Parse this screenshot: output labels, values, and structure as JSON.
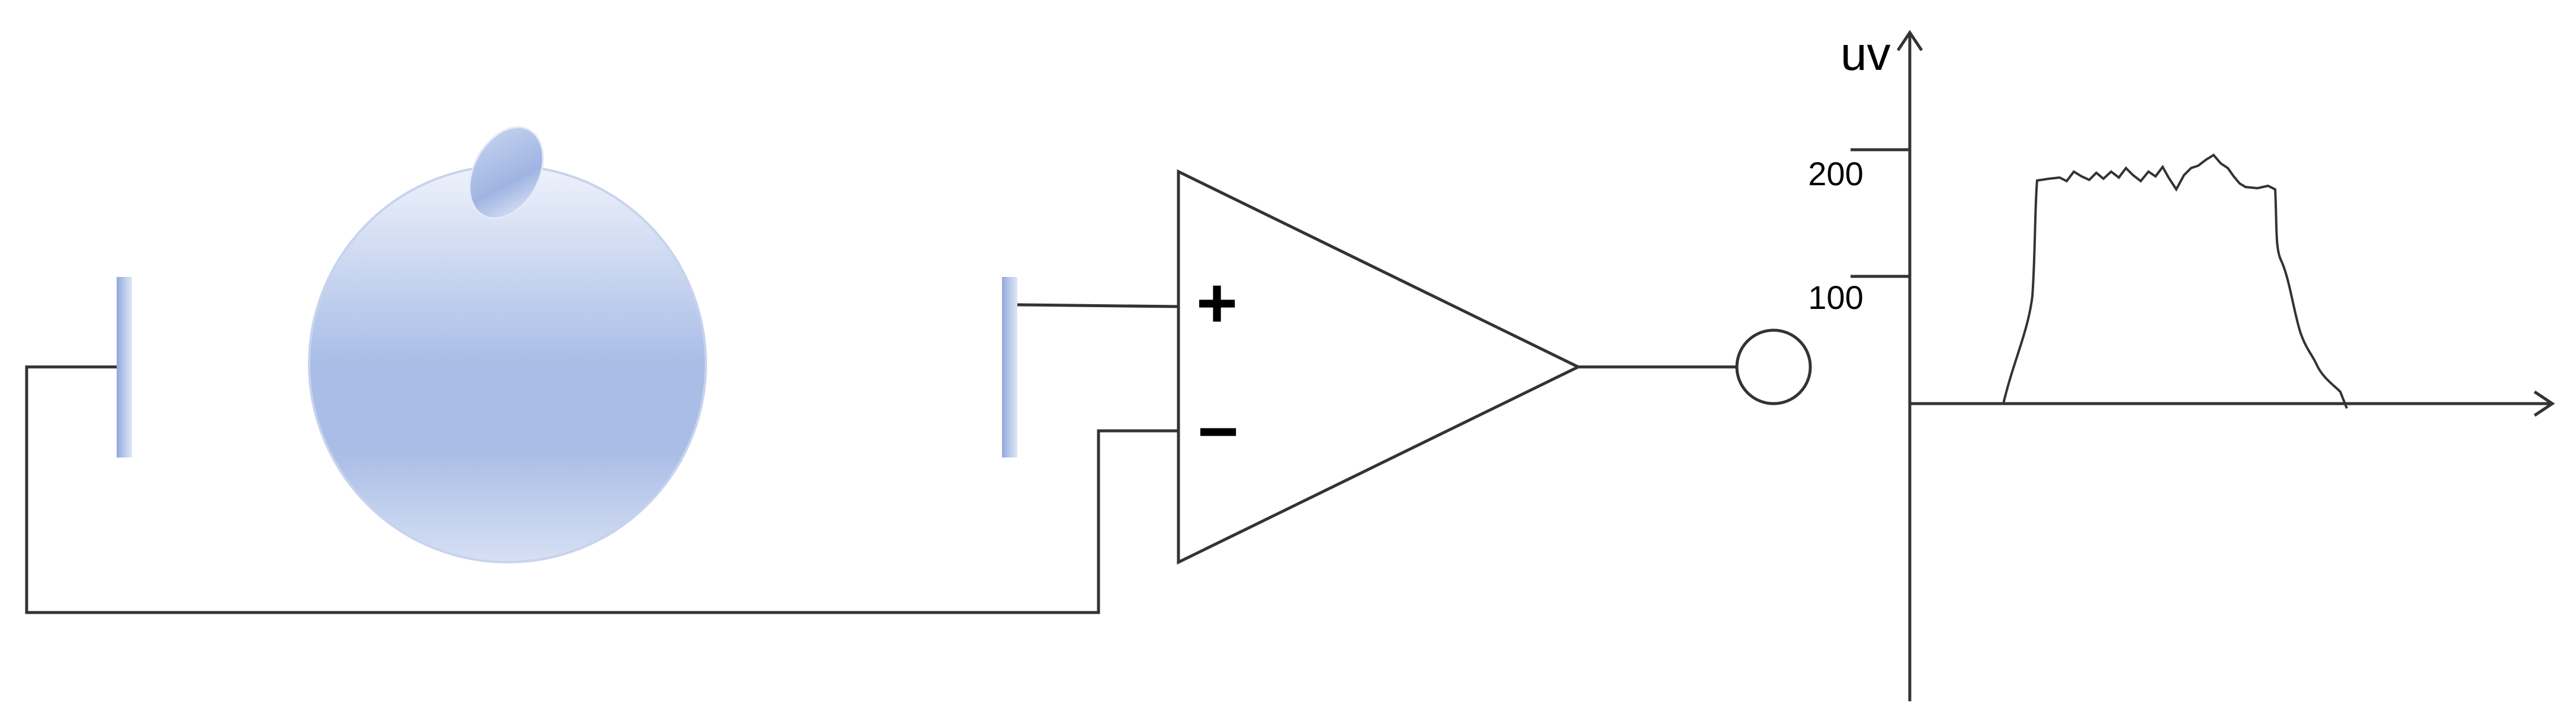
{
  "diagram": {
    "amplifier": {
      "plus_symbol": "+",
      "minus_symbol": "−"
    },
    "graph": {
      "y_axis_label": "uv",
      "y_ticks": [
        {
          "value": 200,
          "label": "200"
        },
        {
          "value": 100,
          "label": "100"
        }
      ],
      "waveform": {
        "description_type": "plateau",
        "approx_peak": 195
      }
    },
    "colors": {
      "line": "#000000",
      "electrode": "#a9bde6",
      "sphere_light": "#e6ecf8",
      "sphere_mid": "#aabde6"
    }
  }
}
